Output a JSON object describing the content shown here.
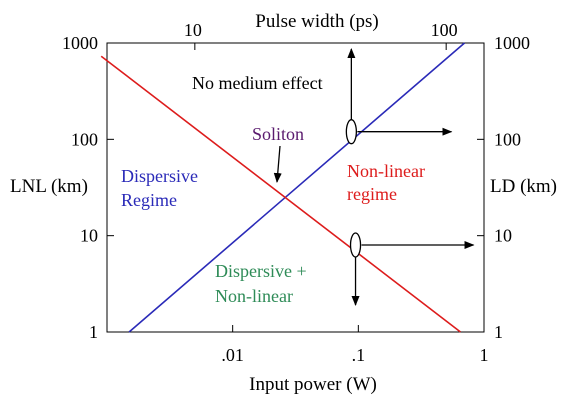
{
  "chart_data": {
    "type": "line",
    "x_scale": "log",
    "y_scale": "log",
    "xlim": [
      0.001,
      1
    ],
    "ylim": [
      1,
      1000
    ],
    "grid": false,
    "xlabel": "Input power (W)",
    "x_ticks": [
      {
        "value": 0.001,
        "label": ""
      },
      {
        "value": 0.01,
        "label": ".01"
      },
      {
        "value": 0.1,
        "label": ".1"
      },
      {
        "value": 1,
        "label": "1"
      }
    ],
    "top_axis": {
      "label": "Pulse width (ps)",
      "ticks": [
        {
          "at_power": 0.005,
          "label": "10"
        },
        {
          "at_power": 0.5,
          "label": "100"
        }
      ]
    },
    "y_ticks": [
      {
        "value": 1,
        "label": "1"
      },
      {
        "value": 10,
        "label": "10"
      },
      {
        "value": 100,
        "label": "100"
      },
      {
        "value": 1000,
        "label": "1000"
      }
    ],
    "ylabel_left": "LNL (km)",
    "ylabel_right": "LD (km)",
    "series": [
      {
        "key": "dispersive",
        "color": "#2a2ab8",
        "points": [
          [
            0.0015,
            1
          ],
          [
            0.7,
            1000
          ]
        ]
      },
      {
        "key": "nonlinear",
        "color": "#dd1c1c",
        "points": [
          [
            0.0009,
            730
          ],
          [
            0.65,
            1
          ]
        ]
      }
    ],
    "annotations": {
      "no_medium": "No medium effect",
      "soliton": "Soliton",
      "dispersive_regime": [
        "Dispersive",
        "Regime"
      ],
      "nonlinear_regime": [
        "Non-linear",
        "regime"
      ],
      "both": [
        "Dispersive +",
        "Non-linear"
      ]
    },
    "marker_points": [
      {
        "key": "upper",
        "x": 0.088,
        "y": 120
      },
      {
        "key": "lower",
        "x": 0.095,
        "y": 8
      }
    ],
    "colors": {
      "dispersive": "#2a2ab8",
      "nonlinear": "#dd1c1c",
      "soliton": "#5a1a6e",
      "both": "#2e8b57",
      "text": "#000000"
    }
  }
}
